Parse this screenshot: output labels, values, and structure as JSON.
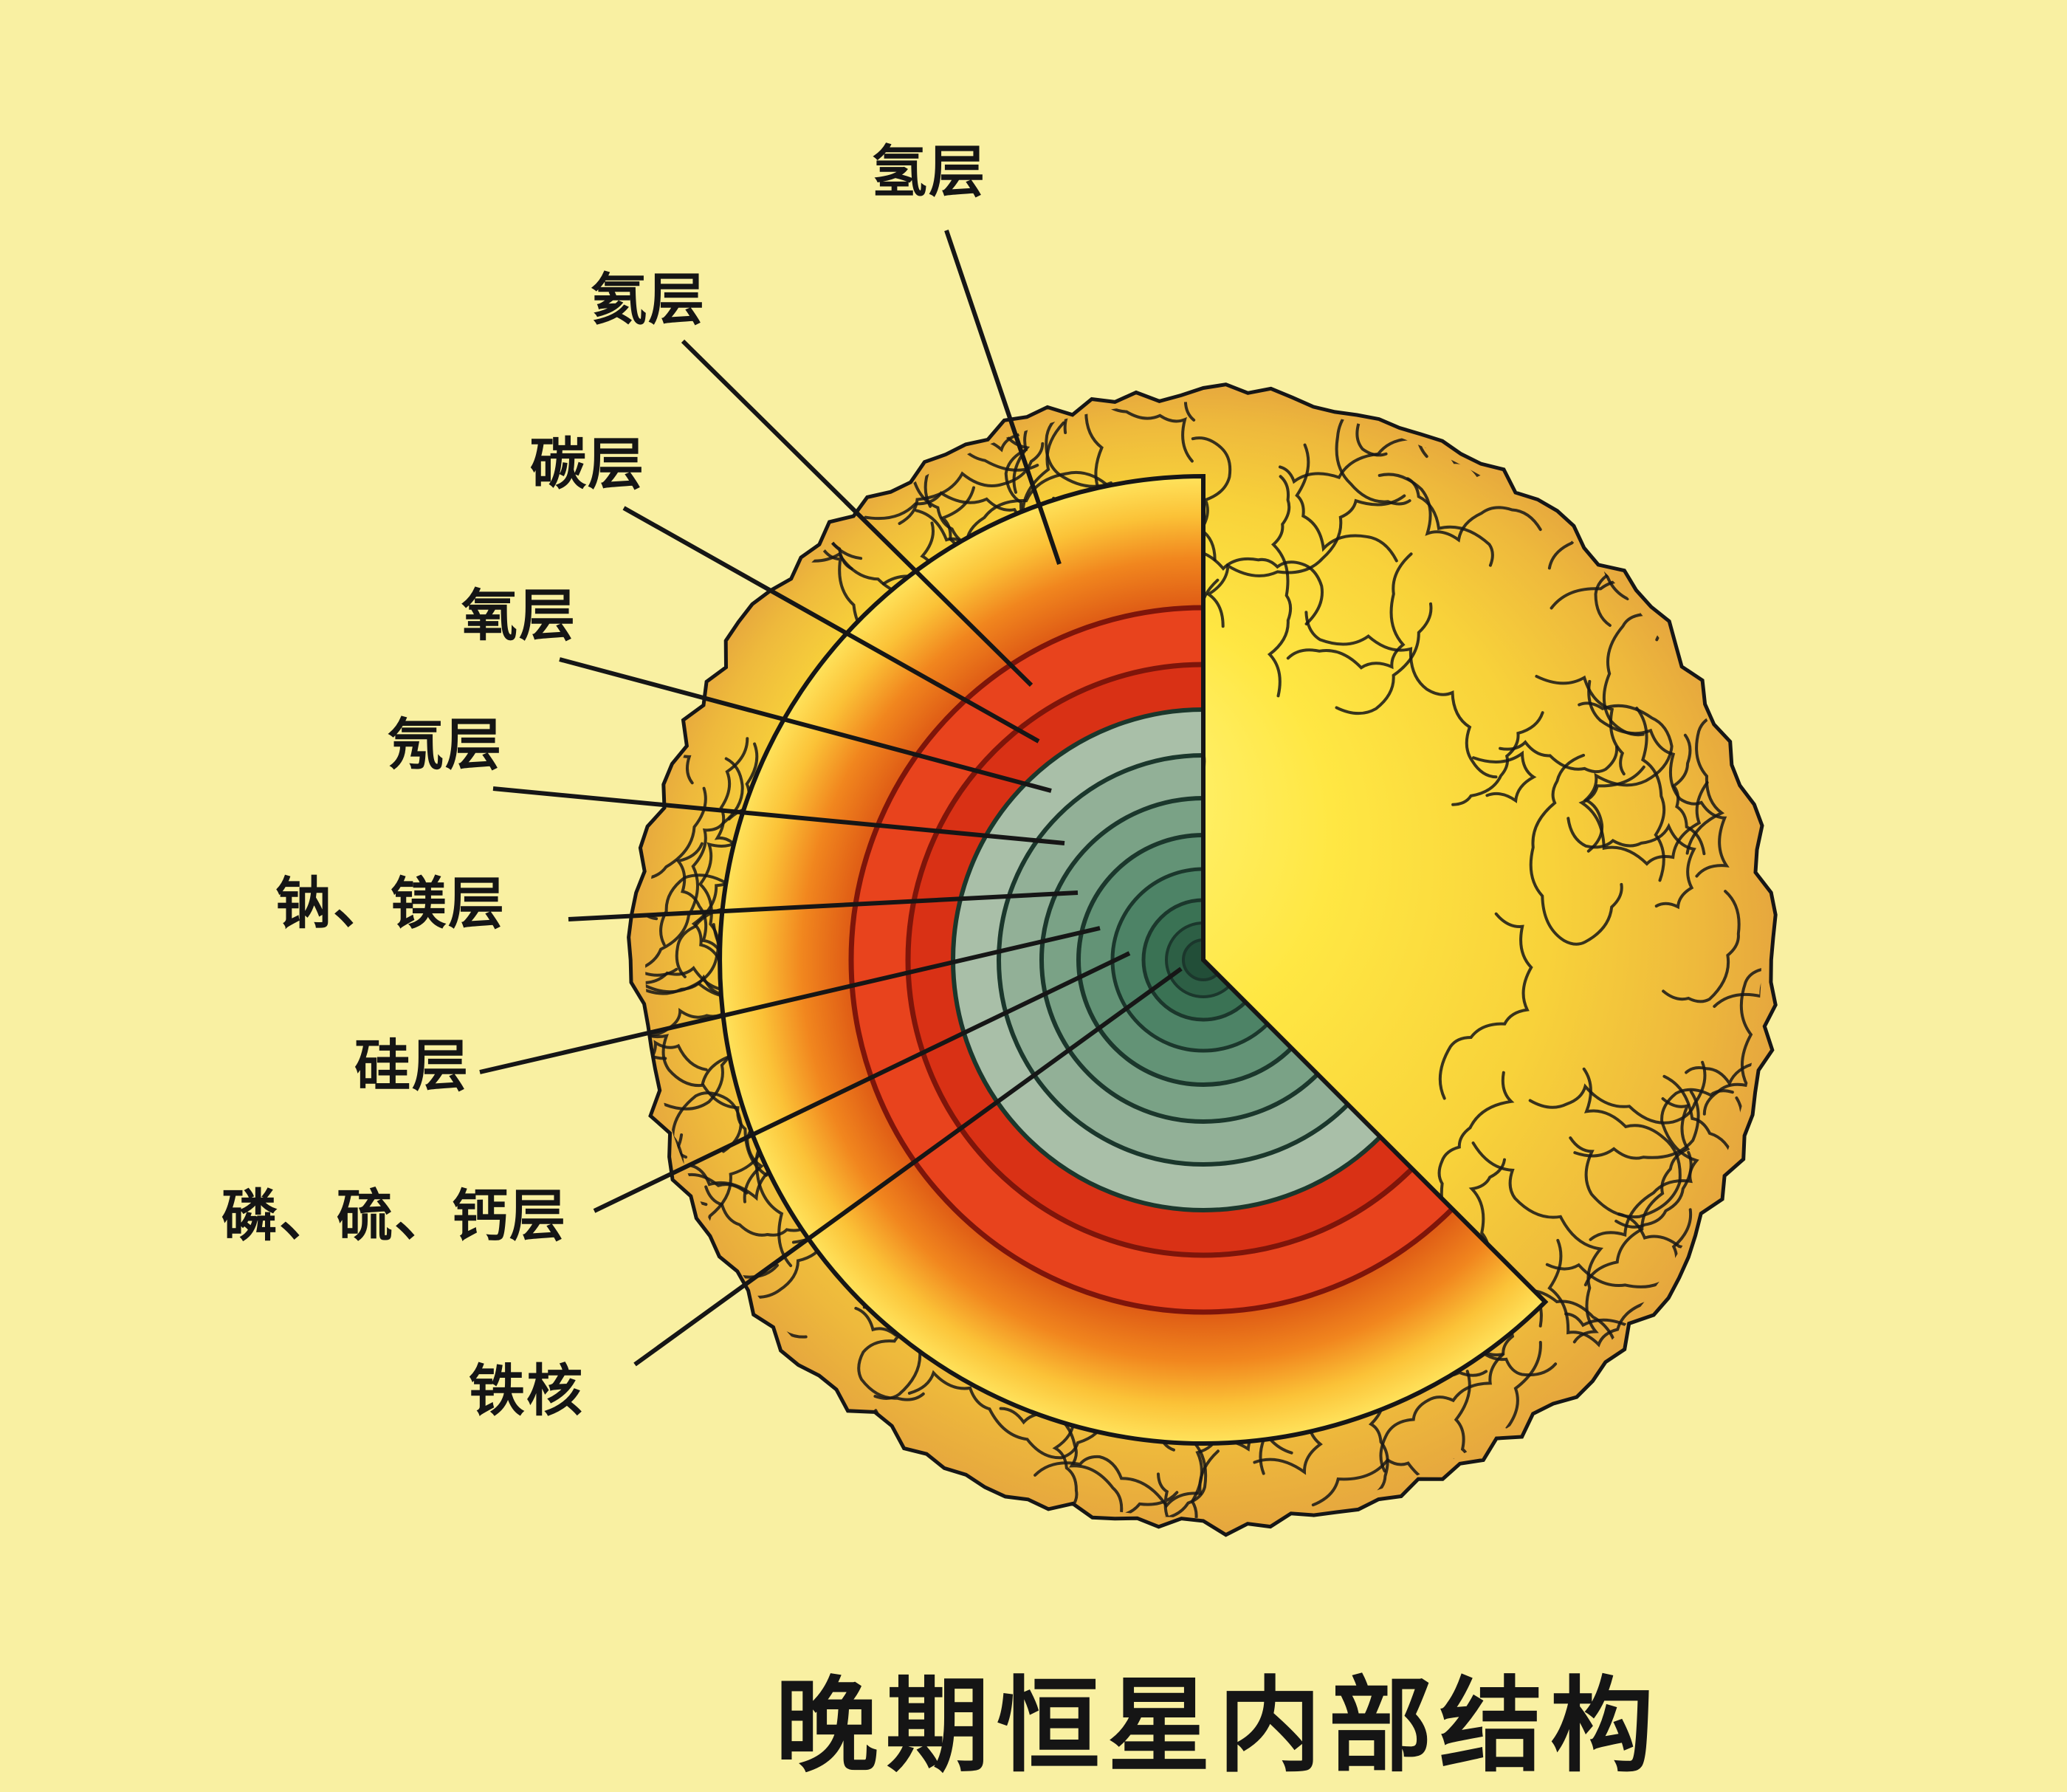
{
  "title": "晚期恒星内部结构",
  "layers": [
    {
      "name": "hydrogen",
      "label": "氢层"
    },
    {
      "name": "helium",
      "label": "氦层",
      "color": "#e8431d"
    },
    {
      "name": "carbon",
      "label": "碳层",
      "color": "#d93115"
    },
    {
      "name": "oxygen",
      "label": "氧层",
      "color": "#a9bfa8"
    },
    {
      "name": "neon",
      "label": "氖层",
      "color": "#92b097"
    },
    {
      "name": "sodium-magnesium",
      "label": "钠、镁层",
      "color": "#7aa286"
    },
    {
      "name": "silicon",
      "label": "硅层",
      "color": "#639376"
    },
    {
      "name": "phosphorus-sulfur-calcium",
      "label": "磷、硫、钙层",
      "color": "#4d8366"
    },
    {
      "name": "iron-core",
      "label": "铁核",
      "color": "#3a7254"
    }
  ],
  "colors": {
    "background": "#f9f0a2",
    "surface_highlight": "#fff685",
    "surface_bright": "#ffe743",
    "surface_mid": "#f8d23a",
    "surface_deep": "#eeb93c",
    "surface_edge": "#e5a53e",
    "hydrogen_deep": "#dd5714",
    "hydrogen_mid": "#f1861e",
    "hydrogen_light": "#fbc237",
    "hydrogen_rim": "#ffe35c",
    "core_inner": "#2d5f45",
    "core_center": "#224e38",
    "ring_outline": "#1b372c",
    "red_outline": "#7e150a",
    "outline": "#161616",
    "text": "#151515"
  }
}
